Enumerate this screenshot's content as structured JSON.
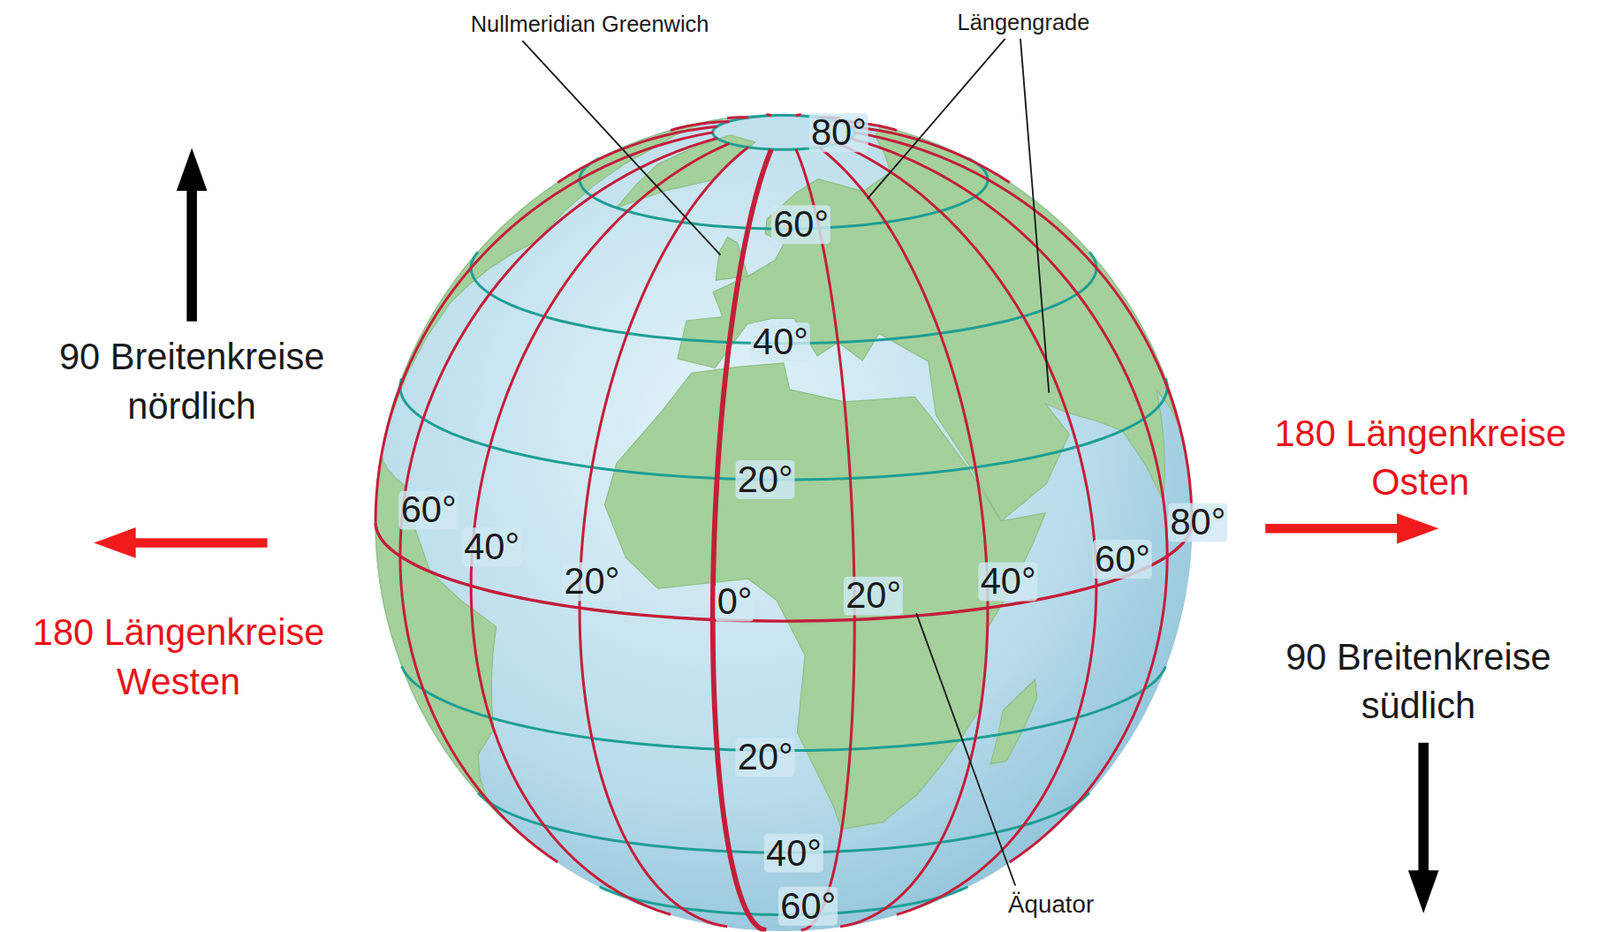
{
  "diagram": {
    "labels": [
      "Nullmeridian Greenwich",
      "Längengrade",
      "80°",
      "60°",
      "90 Breitenkreise nördlich",
      "40°",
      "180 Längenkreise Osten",
      "20°",
      "60°",
      "40°",
      "80°",
      "20°",
      "0°",
      "20°",
      "40°",
      "60°",
      "180 Längenkreise Westen",
      "90 Breitenkreise südlich",
      "20°",
      "40°",
      "Äquator",
      "60°"
    ]
  }
}
